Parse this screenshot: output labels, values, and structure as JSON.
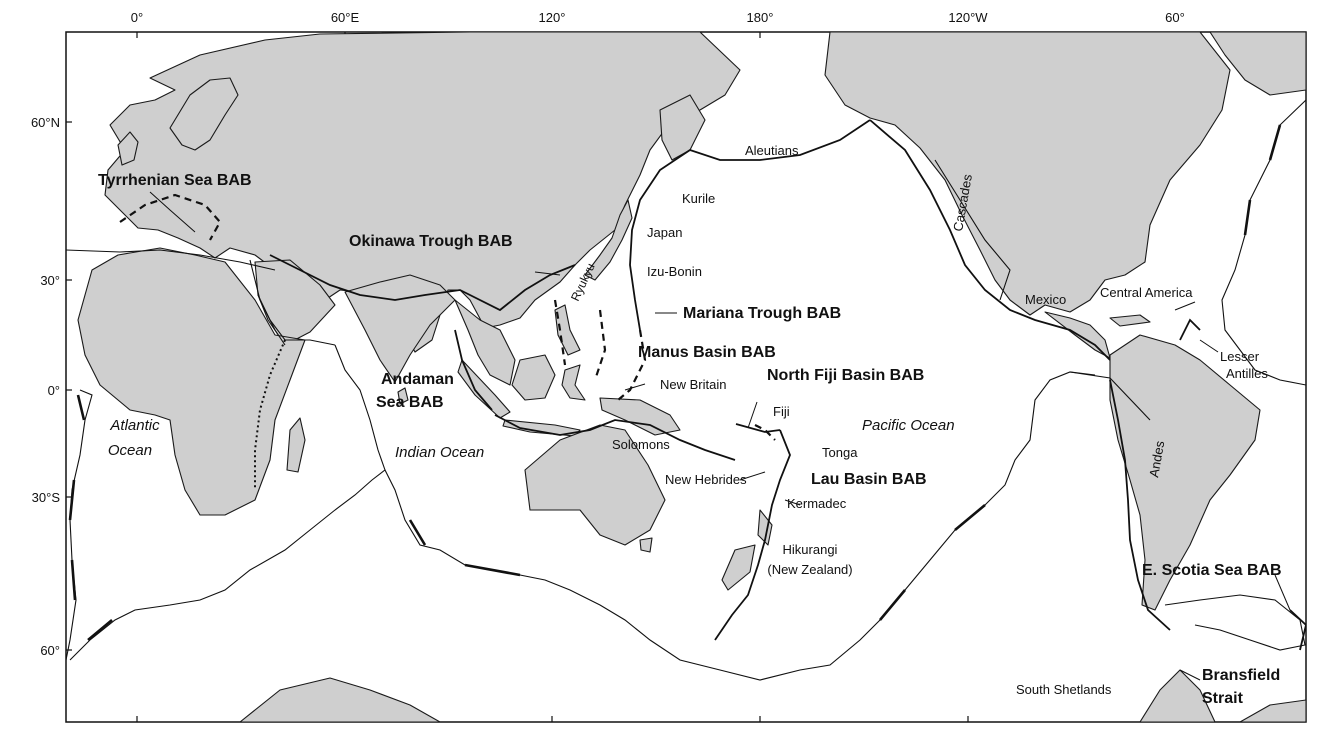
{
  "map": {
    "lon_ticks": [
      "0°",
      "60°E",
      "120°",
      "180°",
      "120°W",
      "60°"
    ],
    "lat_ticks": [
      "60°N",
      "30°",
      "0°",
      "30°S",
      "60°"
    ],
    "oceans": {
      "atlantic": [
        "Atlantic",
        "Ocean"
      ],
      "indian": "Indian Ocean",
      "pacific": "Pacific Ocean"
    },
    "back_arc_basins": {
      "tyrrhenian": "Tyrrhenian Sea BAB",
      "okinawa": "Okinawa Trough BAB",
      "mariana": "Mariana Trough BAB",
      "manus": "Manus Basin BAB",
      "north_fiji": "North Fiji Basin BAB",
      "andaman": [
        "Andaman",
        "Sea BAB"
      ],
      "lau": "Lau Basin BAB",
      "scotia": "E. Scotia Sea BAB",
      "bransfield": [
        "Bransfield",
        "Strait"
      ]
    },
    "places": {
      "aleutians": "Aleutians",
      "kurile": "Kurile",
      "japan": "Japan",
      "izu_bonin": "Izu-Bonin",
      "ryukyu": "Ryukyu",
      "cascades": "Cascades",
      "mexico": "Mexico",
      "central_america": "Central America",
      "lesser_antilles": [
        "Lesser",
        "Antilles"
      ],
      "new_britain": "New Britain",
      "fiji": "Fiji",
      "solomons": "Solomons",
      "tonga": "Tonga",
      "new_hebrides": "New Hebrides",
      "kermadec": "Kermadec",
      "hikurangi": [
        "Hikurangi",
        "(New Zealand)"
      ],
      "andes": "Andes",
      "south_shetlands": "South Shetlands"
    }
  }
}
